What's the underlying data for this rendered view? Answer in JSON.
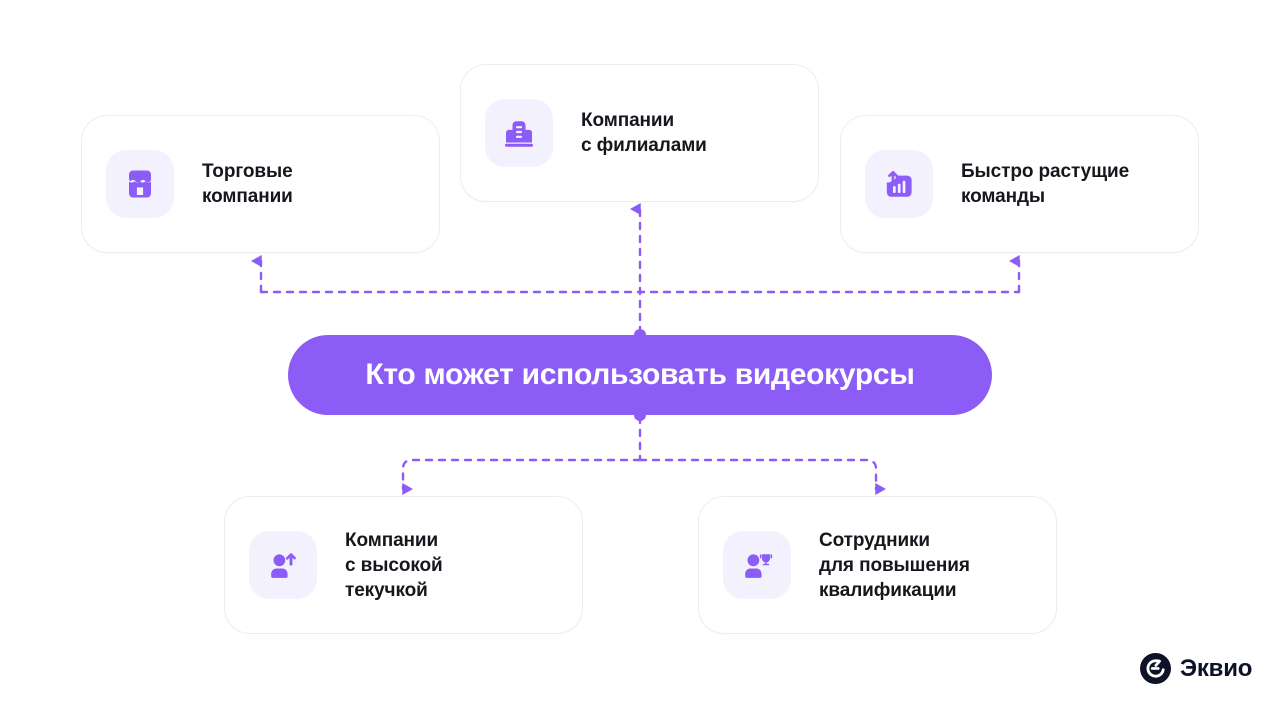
{
  "center": {
    "label": "Кто может использовать видеокурсы",
    "color": "#8b5cf6",
    "text_color": "#ffffff"
  },
  "theme": {
    "accent": "#8b5cf6",
    "icon_tile_bg": "#f3f1fe",
    "card_bg": "#ffffff",
    "card_border": "#ededf1",
    "text": "#16161d",
    "page_bg": "#ffffff",
    "connector": "#8b5cf6"
  },
  "cards": {
    "retail": {
      "label": "Торговые\nкомпании",
      "icon": "store-icon"
    },
    "branches": {
      "label": "Компании\nс филиалами",
      "icon": "office-building-icon"
    },
    "growing": {
      "label": "Быстро растущие\nкоманды",
      "icon": "growth-chart-icon"
    },
    "turnover": {
      "label": "Компании\nс высокой\nтекучкой",
      "icon": "person-arrow-up-icon"
    },
    "upskill": {
      "label": "Сотрудники\nдля повышения\nквалификации",
      "icon": "person-trophy-icon"
    }
  },
  "connectors": {
    "style": "dashed",
    "dash": "6 7",
    "width": 2.4,
    "arrowheads": 5,
    "description": "Dashed purple connectors from the central pill up to three cards and down to two cards"
  },
  "logo": {
    "text": "Эквио",
    "mark": "ekvio-circle-mark",
    "mark_color": "#0d1227"
  }
}
